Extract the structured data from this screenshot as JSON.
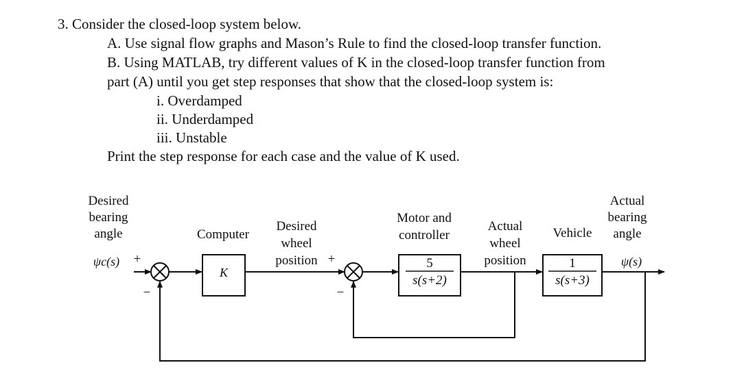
{
  "question": {
    "heading": "3. Consider the closed-loop system below.",
    "part_a": "A. Use signal flow graphs and Mason’s Rule to find the closed-loop transfer function.",
    "part_b_line1": "B. Using MATLAB, try different values of K in the closed-loop transfer function from",
    "part_b_line2": "part (A) until you get step responses that show that the closed-loop system is:",
    "cases": [
      "i. Overdamped",
      "ii. Underdamped",
      "iii. Unstable"
    ],
    "footer": "Print the step response for each case and the value of K used."
  },
  "diagram": {
    "input_label": [
      "Desired",
      "bearing",
      "angle"
    ],
    "input_signal": "ψc(s)",
    "plus_sign": "+",
    "minus_sign": "−",
    "computer_label": "Computer",
    "computer_gain": "K",
    "desired_wheel_label": [
      "Desired",
      "wheel",
      "position"
    ],
    "motor_label": [
      "Motor and",
      "controller"
    ],
    "motor_num": "5",
    "motor_den": "s(s+2)",
    "actual_wheel_label": [
      "Actual",
      "wheel",
      "position"
    ],
    "vehicle_label": "Vehicle",
    "vehicle_num": "1",
    "vehicle_den": "s(s+3)",
    "output_label": [
      "Actual",
      "bearing",
      "angle"
    ],
    "output_signal": "ψ(s)"
  }
}
